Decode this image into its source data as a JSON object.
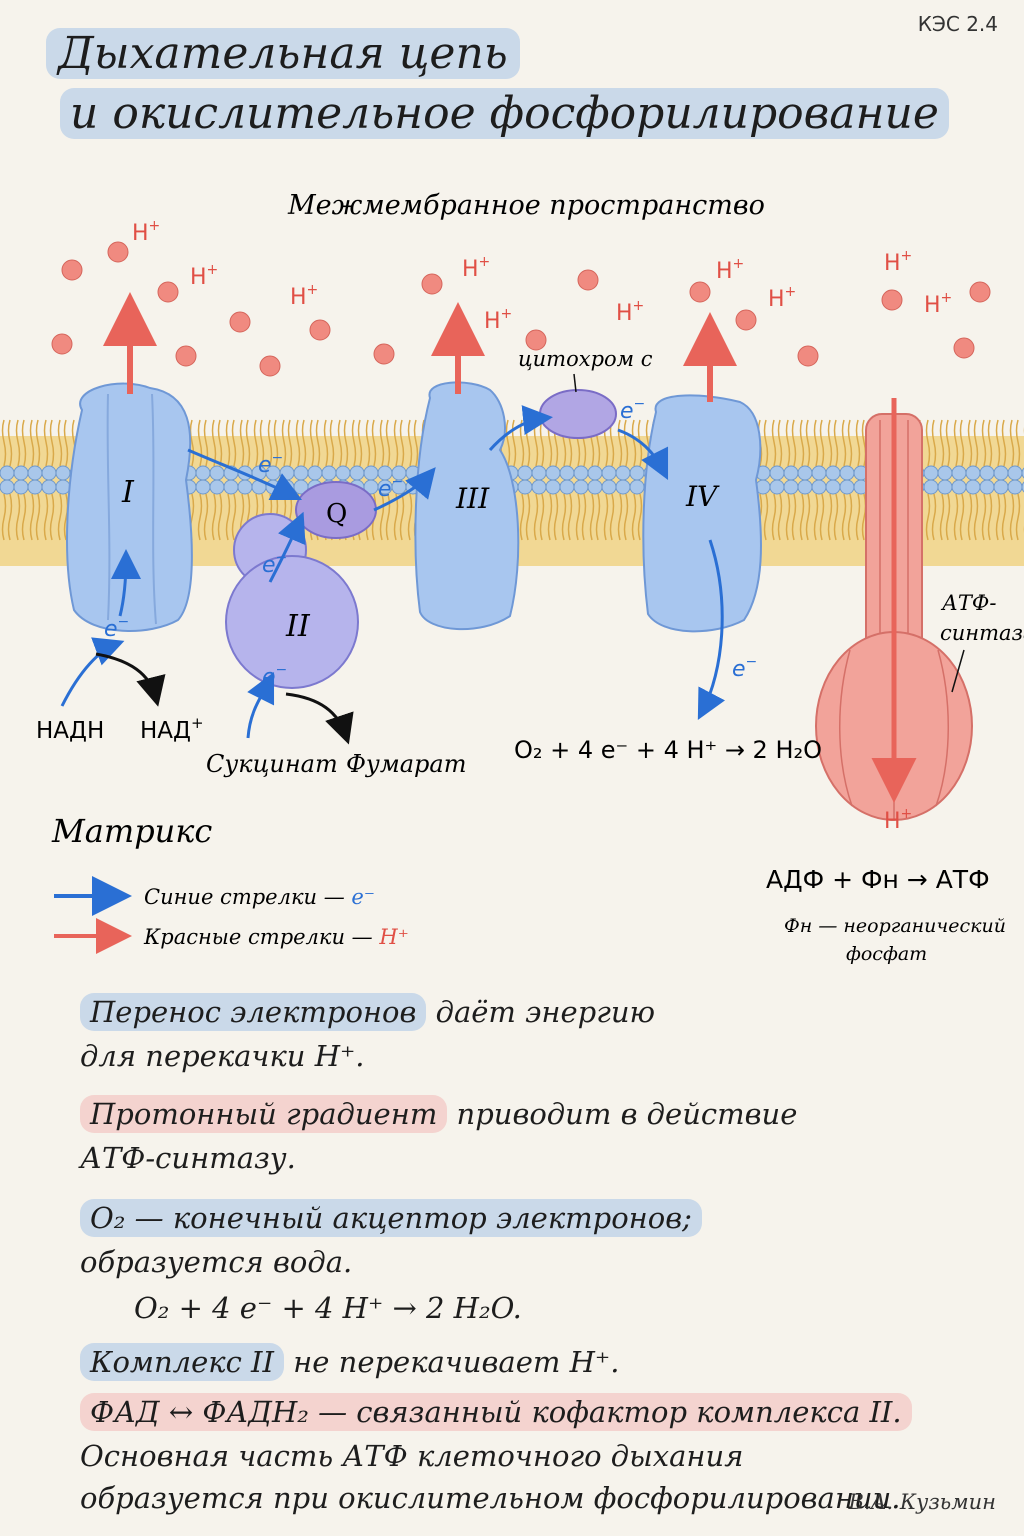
{
  "code": "КЭС 2.4",
  "title": {
    "line1": "Дыхательная цепь",
    "line2": "и окислительное фосфорилирование"
  },
  "diagram": {
    "intermembrane": "Межмембранное пространство",
    "matrix": "Матрикс",
    "proton": "H",
    "proton_sup": "+",
    "electron": "e",
    "electron_sup": "−",
    "complexes": [
      "I",
      "II",
      "Q",
      "III",
      "IV"
    ],
    "cytochrome": "цитохром c",
    "nadh": "НАДН",
    "nad": "НАД",
    "nad_sup": "+",
    "succinate": "Сукцинат",
    "fumarate": "Фумарат",
    "o2_reaction": "O₂ + 4 e⁻ + 4 H⁺ → 2 H₂O",
    "atp_synthase_1": "АТФ-",
    "atp_synthase_2": "синтаза",
    "atp_reaction": "АДФ + Фн → АТФ",
    "pi_note_1": "Фн — неорганический",
    "pi_note_2": "фосфат",
    "legend_blue": "Синие стрелки —",
    "legend_red": "Красные стрелки —",
    "legend_e": "e⁻",
    "legend_h": "H⁺",
    "colors": {
      "electron_arrow": "#2a6fd4",
      "proton_arrow": "#e8645a",
      "complex_blue": "#a8c6ef",
      "atp_synthase": "#f2a39a",
      "membrane": "#eecf86",
      "quinone": "#a99be0"
    }
  },
  "notes": {
    "n1a": "Перенос электронов",
    "n1b": " даёт энергию",
    "n1c": "для перекачки H⁺.",
    "n2a": "Протонный градиент",
    "n2b": " приводит в действие",
    "n2c": "АТФ-синтазу.",
    "n3a": "O₂ — конечный акцептор электронов;",
    "n3b": "образуется вода.",
    "n3c": "O₂ + 4 e⁻ + 4 H⁺ → 2 H₂O.",
    "n4a": "Комплекс II",
    "n4b": " не перекачивает H⁺.",
    "n5": "ФАД ↔ ФАДН₂ — связанный кофактор комплекса II.",
    "n6a": "Основная часть АТФ клеточного дыхания",
    "n6b": "образуется при окислительном фосфорилировании."
  },
  "author": "В.А. Кузьмин"
}
